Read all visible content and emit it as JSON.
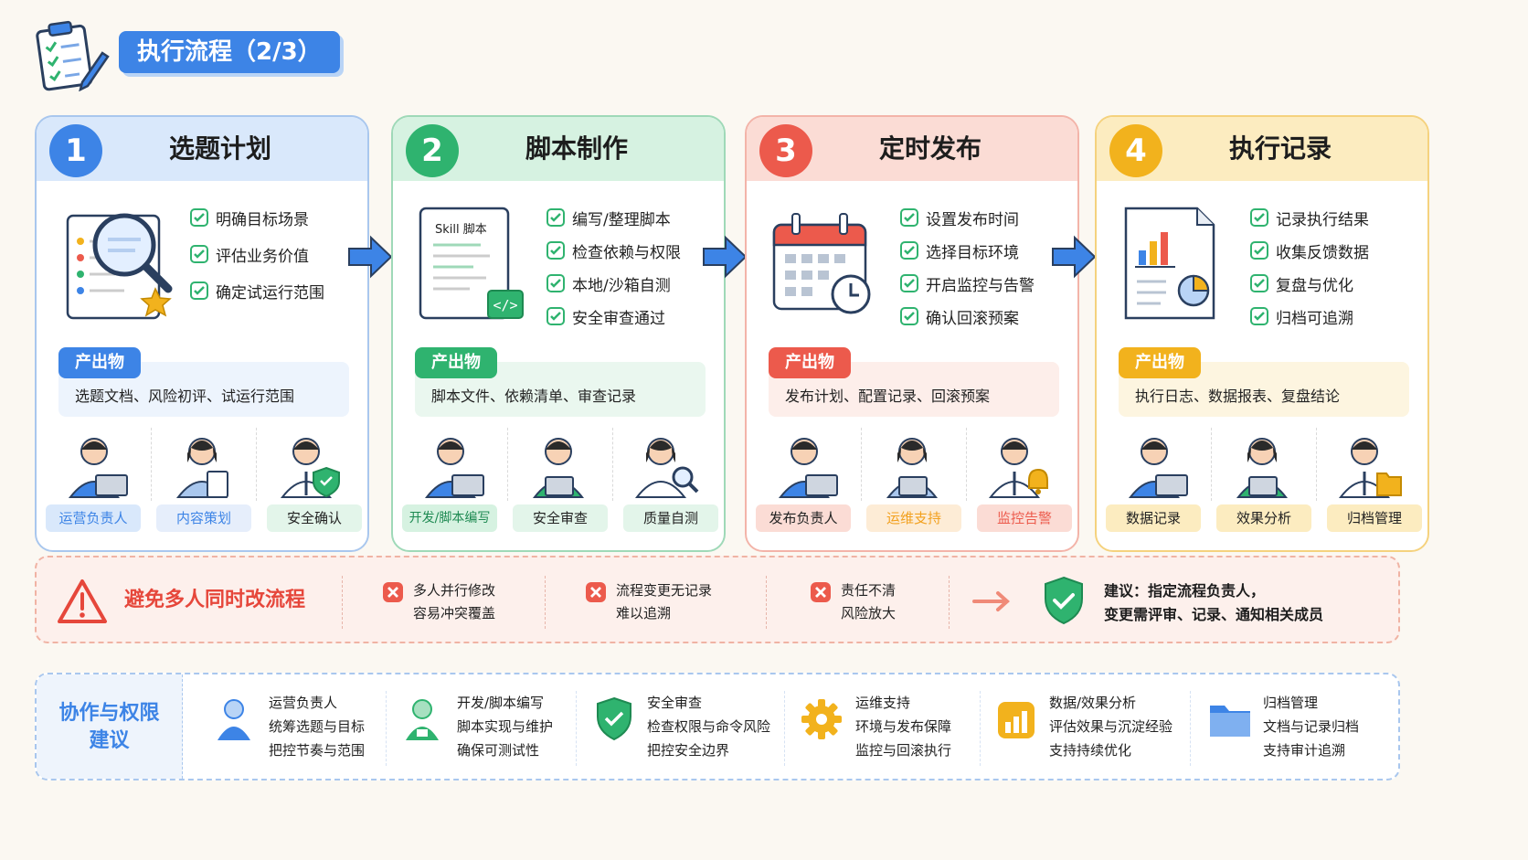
{
  "header": {
    "title": "执行流程（2/3）"
  },
  "stages": [
    {
      "num": "1",
      "title": "选题计划",
      "checks": [
        "明确目标场景",
        "评估业务价值",
        "确定试运行范围"
      ],
      "output_label": "产出物",
      "output": "选题文档、风险初评、试运行范围",
      "roles": [
        "运营负责人",
        "内容策划",
        "安全确认"
      ]
    },
    {
      "num": "2",
      "title": "脚本制作",
      "illus_label": "Skill 脚本",
      "checks": [
        "编写/整理脚本",
        "检查依赖与权限",
        "本地/沙箱自测",
        "安全审查通过"
      ],
      "output_label": "产出物",
      "output": "脚本文件、依赖清单、审查记录",
      "roles": [
        "开发/脚本编写",
        "安全审查",
        "质量自测"
      ]
    },
    {
      "num": "3",
      "title": "定时发布",
      "checks": [
        "设置发布时间",
        "选择目标环境",
        "开启监控与告警",
        "确认回滚预案"
      ],
      "output_label": "产出物",
      "output": "发布计划、配置记录、回滚预案",
      "roles": [
        "发布负责人",
        "运维支持",
        "监控告警"
      ]
    },
    {
      "num": "4",
      "title": "执行记录",
      "checks": [
        "记录执行结果",
        "收集反馈数据",
        "复盘与优化",
        "归档可追溯"
      ],
      "output_label": "产出物",
      "output": "执行日志、数据报表、复盘结论",
      "roles": [
        "数据记录",
        "效果分析",
        "归档管理"
      ]
    }
  ],
  "warning": {
    "title": "避免多人同时改流程",
    "items": [
      {
        "line1": "多人并行修改",
        "line2": "容易冲突覆盖"
      },
      {
        "line1": "流程变更无记录",
        "line2": "难以追溯"
      },
      {
        "line1": "责任不清",
        "line2": "风险放大"
      }
    ],
    "advice_line1": "建议：指定流程负责人，",
    "advice_line2": "变更需评审、记录、通知相关成员"
  },
  "collab": {
    "title_line1": "协作与权限",
    "title_line2": "建议",
    "items": [
      {
        "name": "运营负责人",
        "line1": "统筹选题与目标",
        "line2": "把控节奏与范围"
      },
      {
        "name": "开发/脚本编写",
        "line1": "脚本实现与维护",
        "line2": "确保可测试性"
      },
      {
        "name": "安全审查",
        "line1": "检查权限与命令风险",
        "line2": "把控安全边界"
      },
      {
        "name": "运维支持",
        "line1": "环境与发布保障",
        "line2": "监控与回滚执行"
      },
      {
        "name": "数据/效果分析",
        "line1": "评估效果与沉淀经验",
        "line2": "支持持续优化"
      },
      {
        "name": "归档管理",
        "line1": "文档与记录归档",
        "line2": "支持审计追溯"
      }
    ]
  },
  "colors": {
    "blue": "#3d84e6",
    "green": "#2fb36f",
    "red": "#ec5a4c",
    "yellow": "#f2b21d",
    "warn_red": "#e6473b"
  },
  "icons": [
    "checklist-icon",
    "check-icon",
    "magnifier-icon",
    "star-icon",
    "code-icon",
    "calendar-icon",
    "clock-icon",
    "chart-document-icon",
    "arrow-right-icon",
    "warning-triangle-icon",
    "x-circle-icon",
    "shield-check-icon",
    "user-icon",
    "gear-icon",
    "bar-chart-icon",
    "folder-icon",
    "bell-icon"
  ]
}
